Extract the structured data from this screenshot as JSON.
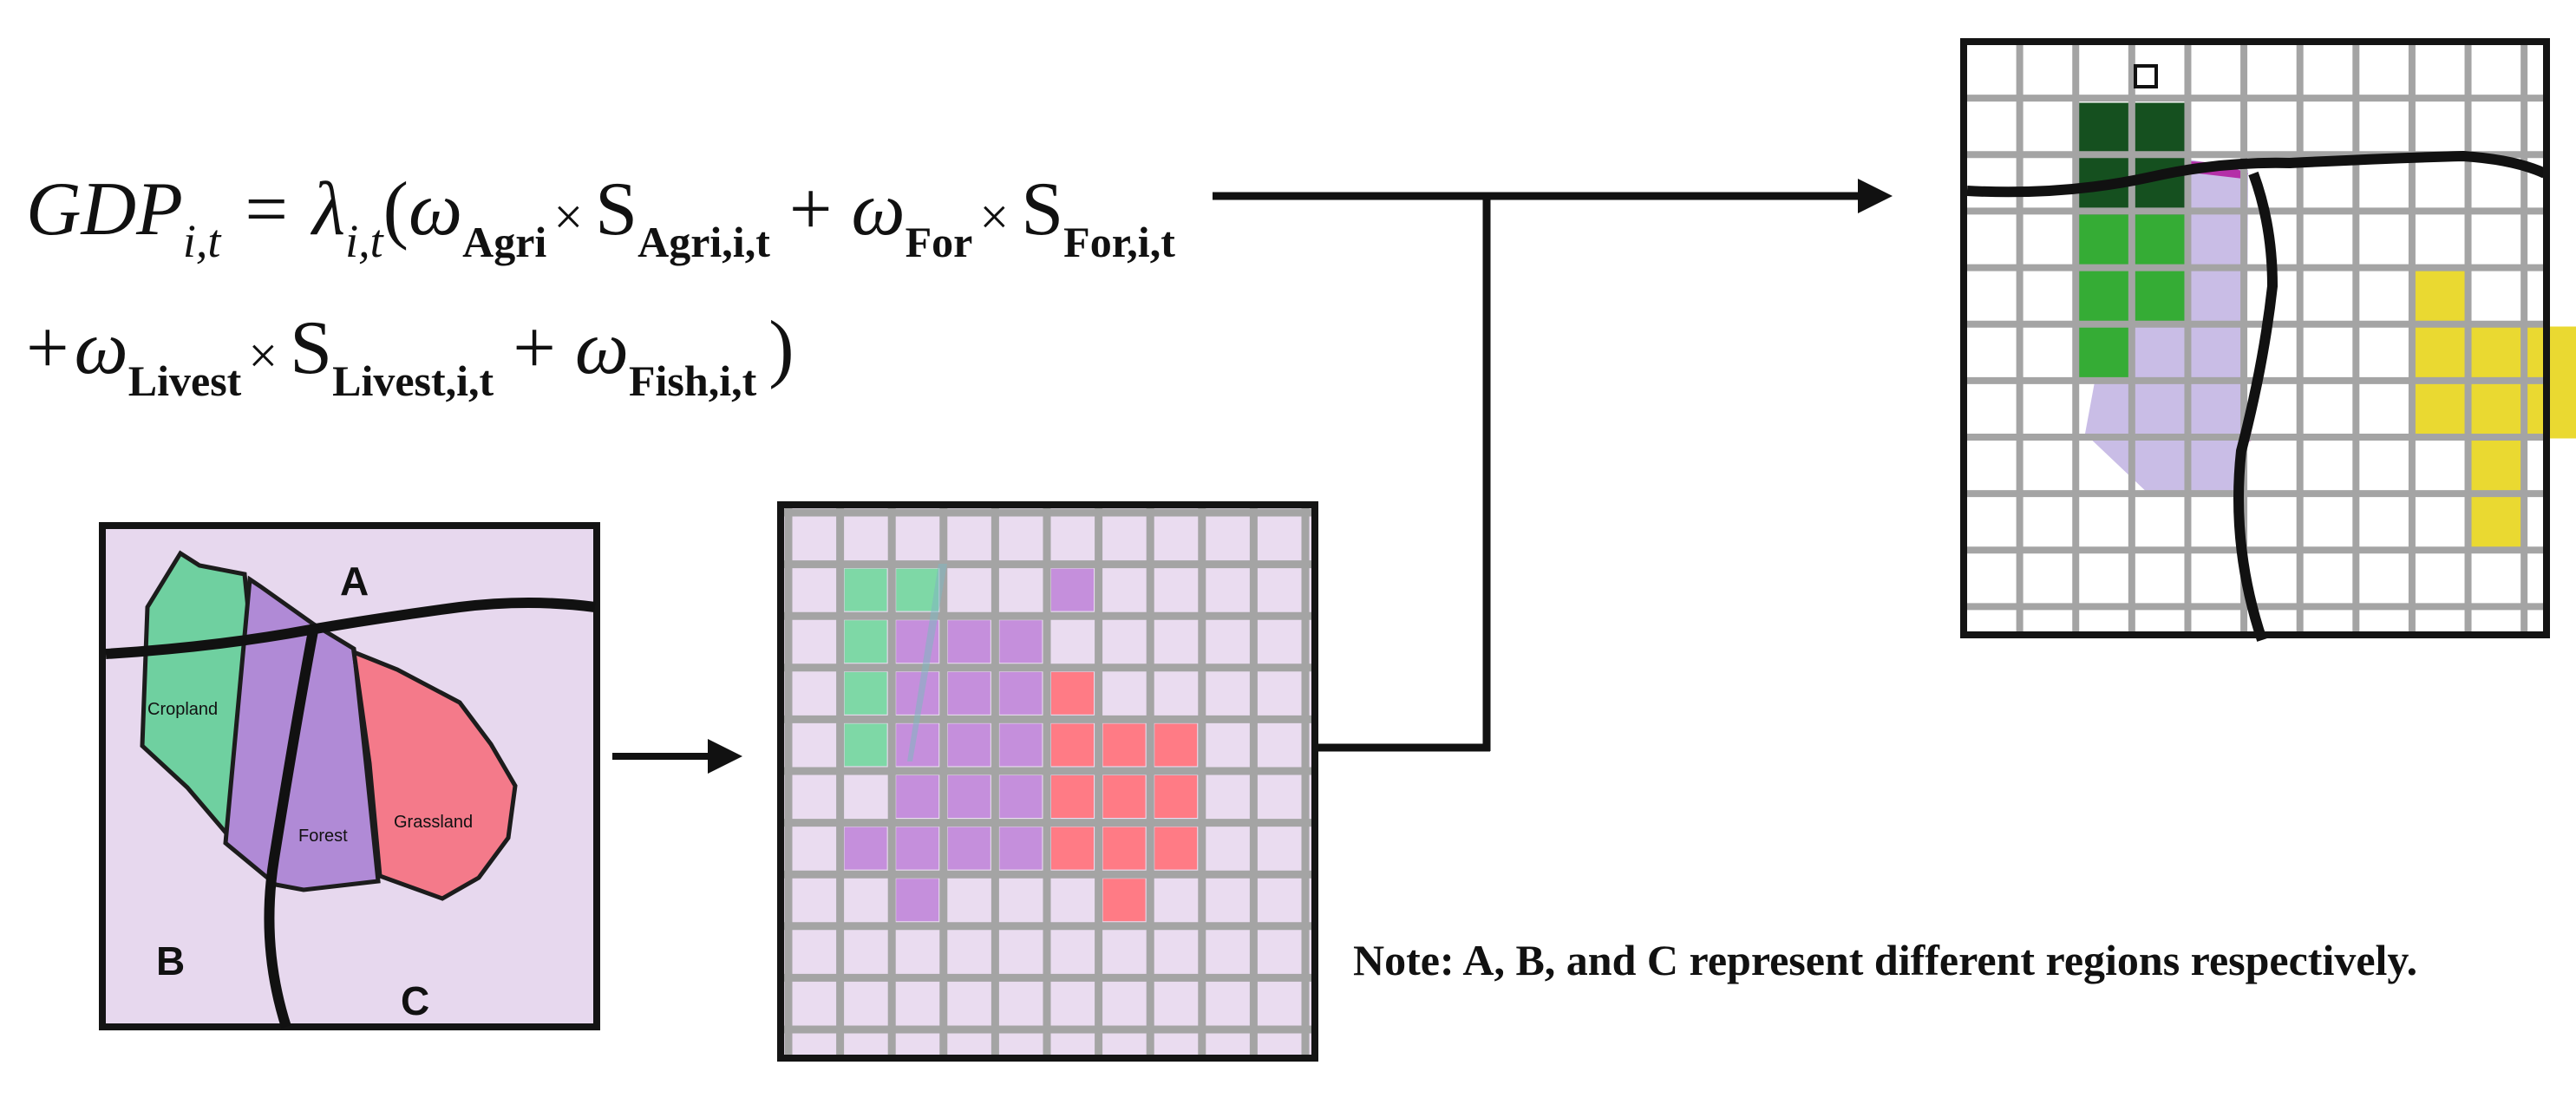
{
  "equation": {
    "line1": {
      "gdp": "GDP",
      "gdp_sub": "i,t",
      "equals": "=",
      "lambda": "λ",
      "lambda_sub": "i,t",
      "open_paren": "(",
      "omega": "ω",
      "w_agri_sub": "Agri",
      "times": "×",
      "s": "S",
      "s_agri_sub": "Agri,i,t",
      "plus": "+",
      "w_for_sub": "For",
      "s_for_sub": "For,i,t"
    },
    "line2": {
      "plus": "+",
      "omega": "ω",
      "w_livest_sub": "Livest",
      "times": "×",
      "s": "S",
      "s_livest_sub": "Livest,i,t",
      "w_fish_sub": "Fish,i,t",
      "close_paren": ")"
    }
  },
  "map": {
    "region_a": "A",
    "region_b": "B",
    "region_c": "C",
    "cropland": "Cropland",
    "forest": "Forest",
    "grassland": "Grassland"
  },
  "note": "Note: A, B, and C represent different regions respectively.",
  "colors": {
    "map_bg": "#e7d8ee",
    "cropland": "#6fd0a0",
    "forest": "#b08ad6",
    "grassland": "#f47a8a",
    "grid_cell_pale": "#eadcf0",
    "grid_crop": "#7ed8a6",
    "grid_forest": "#c58fdc",
    "grid_grass": "#ff7b85",
    "grid_dark_green": "#15501f",
    "grid_green": "#35ac35",
    "grid_lavender": "#c9bde6",
    "grid_yellow": "#ead931",
    "grid_magenta": "#b42fa8",
    "grid_line": "#a4a4a4",
    "border": "#141414"
  }
}
